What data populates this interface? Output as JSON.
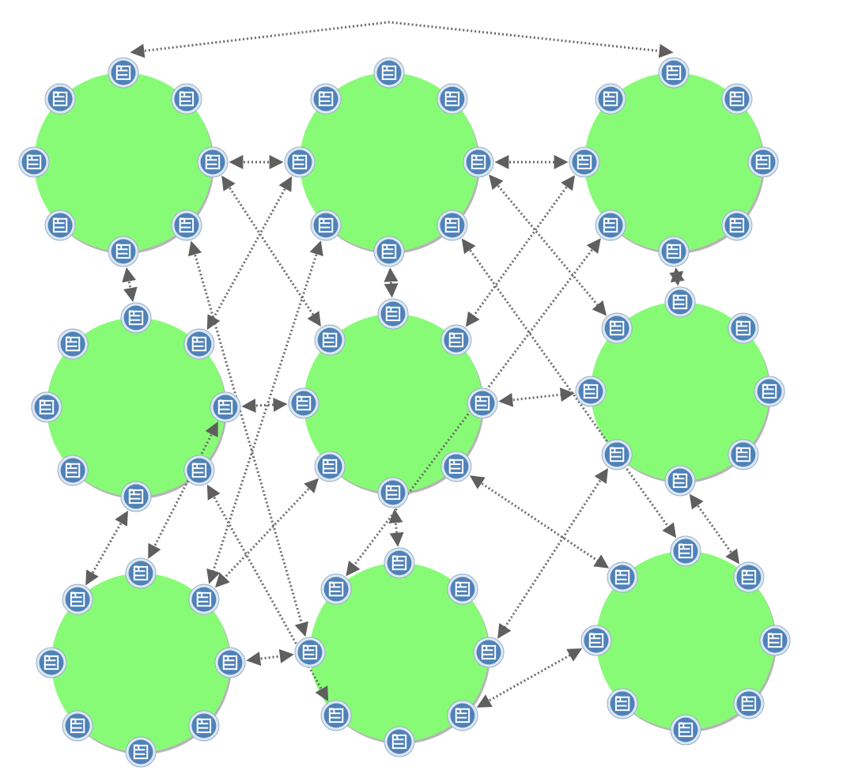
{
  "diagram": {
    "colors": {
      "ring_fill": "#88fb76",
      "ring_shadow": "#b5b5b5",
      "node_fill": "#4f82b8",
      "node_ring": "#dde7f1",
      "node_outline": "#5a7ea6",
      "icon_stroke": "#ffffff",
      "link_color": "#6b6b6b"
    },
    "node_icon": "server-icon",
    "link_style": "dotted-double-arrow",
    "rings": [
      {
        "id": "ring-1",
        "row": 1,
        "col": 1,
        "node_count": 8
      },
      {
        "id": "ring-2",
        "row": 1,
        "col": 2,
        "node_count": 8
      },
      {
        "id": "ring-3",
        "row": 1,
        "col": 3,
        "node_count": 8
      },
      {
        "id": "ring-4",
        "row": 2,
        "col": 1,
        "node_count": 8
      },
      {
        "id": "ring-5",
        "row": 2,
        "col": 2,
        "node_count": 8
      },
      {
        "id": "ring-6",
        "row": 2,
        "col": 3,
        "node_count": 8
      },
      {
        "id": "ring-7",
        "row": 3,
        "col": 1,
        "node_count": 8
      },
      {
        "id": "ring-8",
        "row": 3,
        "col": 2,
        "node_count": 8
      },
      {
        "id": "ring-9",
        "row": 3,
        "col": 3,
        "node_count": 8
      }
    ]
  }
}
